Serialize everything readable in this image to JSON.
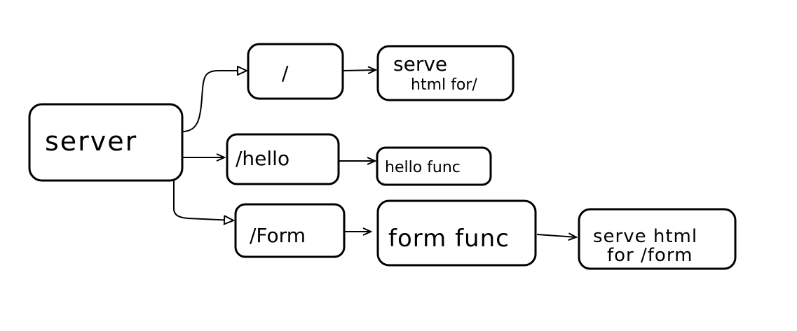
{
  "nodes": {
    "server": "server",
    "root": "/",
    "serve_root_line1": "serve",
    "serve_root_line2": "html for/",
    "hello": "/hello",
    "hello_func": "hello func",
    "form": "/Form",
    "form_func": "form func",
    "serve_form_line1": "serve html",
    "serve_form_line2": "for /form"
  }
}
